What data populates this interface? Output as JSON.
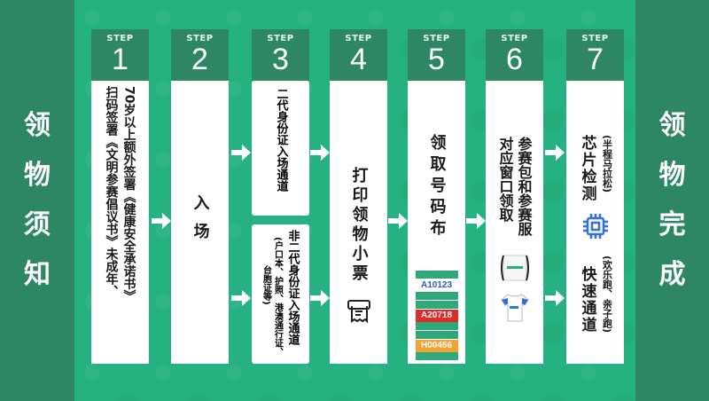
{
  "left_panel": {
    "title_chars": [
      "领",
      "物",
      "须",
      "知"
    ]
  },
  "right_panel": {
    "title_chars": [
      "领",
      "物",
      "完",
      "成"
    ]
  },
  "colors": {
    "dark_green": "#2d8765",
    "bright_green": "#25b280",
    "card_white": "#ffffff",
    "chip_blue": "#2f6fe0",
    "bib_red": "#e02a2a",
    "bib_orange": "#f5a230",
    "bib_blue_text": "#3456c8"
  },
  "steps": [
    {
      "label": "STEP",
      "number": "1",
      "columns": [
        "70岁以上额外签署《健康安全承诺书》",
        "扫码签署《文明参赛倡议书》未成年、"
      ]
    },
    {
      "label": "STEP",
      "number": "2",
      "text": "入场"
    },
    {
      "label": "STEP",
      "number": "3",
      "option_a": "二代身份证入场通道",
      "option_b": "非二代身份证入场通道",
      "option_b_note_1": "(户口本、护照、港澳通行证、",
      "option_b_note_2": "台胞证等)"
    },
    {
      "label": "STEP",
      "number": "4",
      "text": "打印领物小票",
      "icon": "receipt-printer-icon"
    },
    {
      "label": "STEP",
      "number": "5",
      "text": "领取号码布",
      "bibs": [
        "A10123",
        "A20718",
        "H00456"
      ]
    },
    {
      "label": "STEP",
      "number": "6",
      "columns": [
        "参赛包和参赛服",
        "对应窗口领取"
      ],
      "icons": [
        "race-bag-icon",
        "race-shirt-icon"
      ]
    },
    {
      "label": "STEP",
      "number": "7",
      "option_a": "芯片检测",
      "option_a_note": "(半程马拉松)",
      "option_b": "快速通道",
      "option_b_note": "(欢乐跑、亲子跑)",
      "icon": "chip-icon"
    }
  ]
}
